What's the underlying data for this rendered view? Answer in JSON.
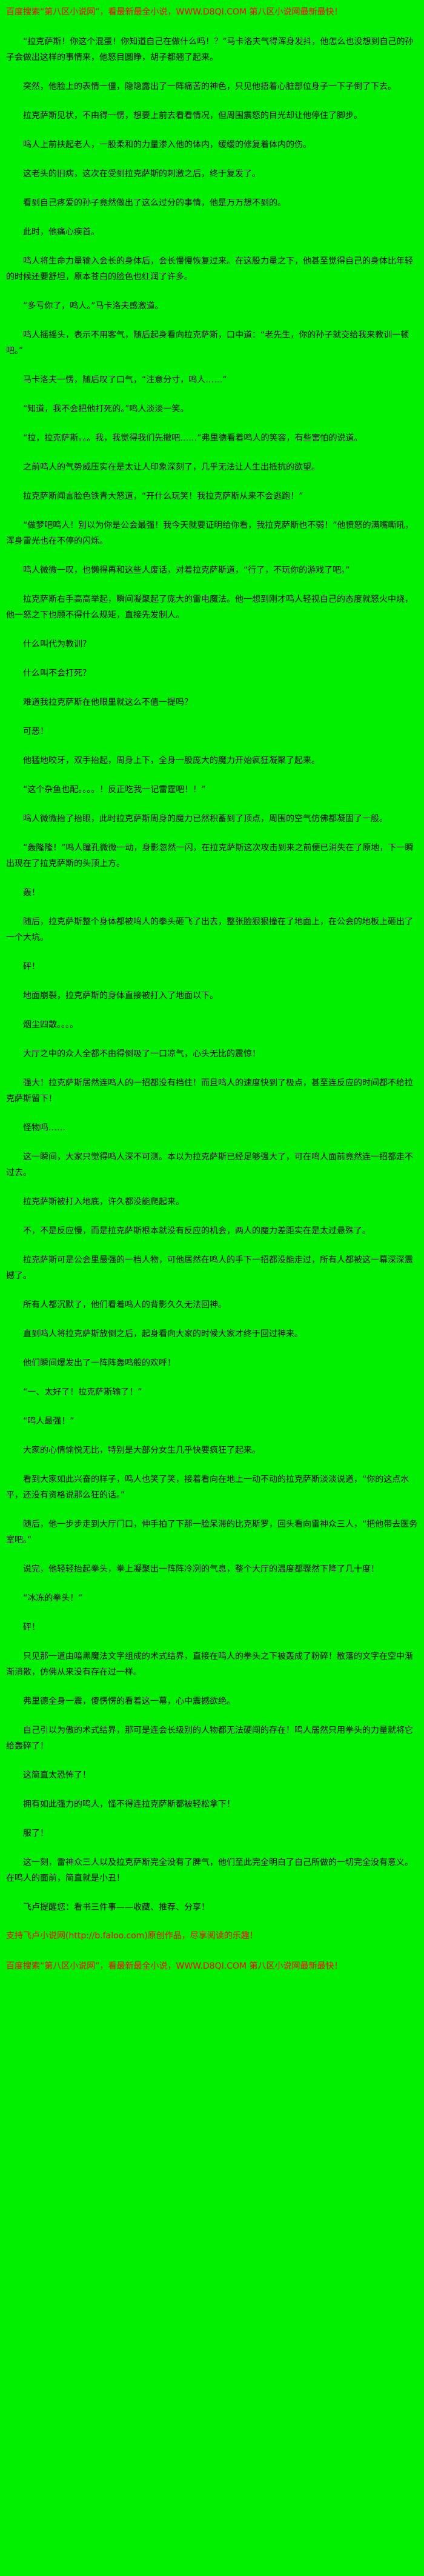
{
  "colors": {
    "background": "#00f000",
    "text": "#000000",
    "ad_red": "#ff0000"
  },
  "banner": {
    "top": "百度搜索“第八区小说网”，看最新最全小说，WWW.D8QI.COM 第八区小说网最新最快！",
    "bottom": "百度搜索“第八区小说网”，看最新最全小说，WWW.D8QI.COM 第八区小说网最新最快！"
  },
  "novel": {
    "paragraphs": [
      "“拉克萨斯！你这个混蛋！你知道自己在做什么吗！？”马卡洛夫气得浑身发抖，他怎么也没想到自己的孙子会做出这样的事情来，他怒目圆睁，胡子都翘了起来。",
      "突然，他脸上的表情一僵，隐隐露出了一阵痛苦的神色，只见他捂着心脏部位身子一下子倒了下去。",
      "拉克萨斯见状，不由得一愣，想要上前去看看情况，但周围震怒的目光却让他停住了脚步。",
      "鸣人上前扶起老人，一股柔和的力量渗入他的体内，缓缓的修复着体内的伤。",
      "这老头的旧病，这次在受到拉克萨斯的刺激之后，终于复发了。",
      "看到自己疼爱的孙子竟然做出了这么过分的事情，他是万万想不到的。",
      "此时，他痛心疾首。",
      "鸣人将生命力量输入会长的身体后，会长慢慢恢复过来。在这股力量之下，他甚至觉得自己的身体比年轻的时候还要舒坦，原本苍白的脸色也红润了许多。",
      "“多亏你了，鸣人。”马卡洛夫感激道。",
      "鸣人摇摇头，表示不用客气，随后起身看向拉克萨斯，口中道：“老先生，你的孙子就交给我来教训一顿吧。”",
      "马卡洛夫一愣，随后叹了口气，“注意分寸，鸣人……”",
      "“知道，我不会把他打死的。”鸣人淡淡一笑。",
      "“拉，拉克萨斯。。。我，我觉得我们先撤吧……”弗里德看着鸣人的笑容，有些害怕的说道。",
      "之前鸣人的气势威压实在是太让人印象深刻了，几乎无法让人生出抵抗的欲望。",
      "拉克萨斯闻言脸色铁青大怒道，“开什么玩笑！我拉克萨斯从来不会逃跑！”",
      "“做梦吧鸣人！别以为你是公会最强！我今天就要证明给你看，我拉克萨斯也不弱！”他愤怒的满嘴嘶吼，浑身雷光也在不停的闪烁。",
      "鸣人微微一叹，也懒得再和这些人废话，对着拉克萨斯道，“行了，不玩你的游戏了吧。”",
      "拉克萨斯右手高高举起，瞬间凝聚起了庞大的雷电魔法。他一想到刚才鸣人轻视自己的态度就怒火中烧，他一怒之下也顾不得什么规矩，直接先发制人。",
      "什么叫代为教训？",
      "什么叫不会打死？",
      "难道我拉克萨斯在他眼里就这么不值一提吗？",
      "可恶！",
      "他猛地咬牙，双手抬起，周身上下，全身一股庞大的魔力开始疯狂凝聚了起来。",
      "“这个杂鱼也配。。。。！反正吃我一记雷霆吧！！”",
      "鸣人微微抬了抬眼，此时拉克萨斯周身的魔力已然积蓄到了顶点，周围的空气仿佛都凝固了一般。",
      "“轰隆隆！”鸣人瞳孔微微一动，身影忽然一闪，在拉克萨斯这次攻击到来之前便已消失在了原地，下一瞬出现在了拉克萨斯的头顶上方。",
      "轰！",
      "随后，拉克萨斯整个身体都被鸣人的拳头砸飞了出去，整张脸狠狠撞在了地面上，在公会的地板上砸出了一个大坑。",
      "砰！",
      "地面崩裂，拉克萨斯的身体直接被打入了地面以下。",
      "烟尘四散。。。。",
      "大厅之中的众人全都不由得倒吸了一口凉气，心头无比的震惊！",
      "强大！拉克萨斯居然连鸣人的一招都没有挡住！而且鸣人的速度快到了极点，甚至连反应的时间都不给拉克萨斯留下！",
      "怪物吗……",
      "这一瞬间，大家只觉得鸣人深不可测。本以为拉克萨斯已经足够强大了，可在鸣人面前竟然连一招都走不过去。",
      "拉克萨斯被打入地底，许久都没能爬起来。",
      "不，不是反应慢，而是拉克萨斯根本就没有反应的机会，两人的魔力差距实在是太过悬殊了。",
      "拉克萨斯可是公会里最强的一档人物，可他居然在鸣人的手下一招都没能走过，所有人都被这一幕深深震撼了。",
      "所有人都沉默了，他们看着鸣人的背影久久无法回神。",
      "直到鸣人将拉克萨斯放倒之后，起身看向大家的时候大家才终于回过神来。",
      "他们瞬间爆发出了一阵阵轰鸣般的欢呼！",
      "“一、太好了！拉克萨斯输了！”",
      "“鸣人最强！”",
      "大家的心情愉悦无比，特别是大部分女生几乎快要疯狂了起来。",
      "看到大家如此兴奋的样子，鸣人也笑了笑，接着看向在地上一动不动的拉克萨斯淡淡说道，“你的这点水平，还没有资格说那么狂的话。”",
      "随后，他一步步走到大厅门口，伸手拍了下那一脸呆滞的比克斯罗，回头看向雷神众三人，“把他带去医务室吧。”",
      "说完，他轻轻抬起拳头，拳上凝聚出一阵阵冷冽的气息，整个大厅的温度都骤然下降了几十度！",
      "“冰冻的拳头！”",
      "砰！",
      "只见那一道由暗黑魔法文字组成的术式结界，直接在鸣人的拳头之下被轰成了粉碎！散落的文字在空中渐渐消散，仿佛从来没有存在过一样。",
      "弗里德全身一震，傻愣愣的看着这一幕，心中震撼欲绝。",
      "自己引以为傲的术式结界，那可是连会长级别的人物都无法硬闯的存在！鸣人居然只用拳头的力量就将它给轰碎了！",
      "这简直太恐怖了！",
      "拥有如此强力的鸣人，怪不得连拉克萨斯都被轻松拿下！",
      "服了！",
      "这一刻，雷神众三人以及拉克萨斯完全没有了脾气，他们至此完全明白了自己所做的一切完全没有意义。在鸣人的面前，简直就是小丑！"
    ]
  },
  "footer": {
    "reminder": "飞卢提醒您：看书三件事——收藏、推荐、分享！",
    "support": "支持飞卢小说网(http://b.faloo.com)原创作品，尽享阅读的乐趣！"
  }
}
